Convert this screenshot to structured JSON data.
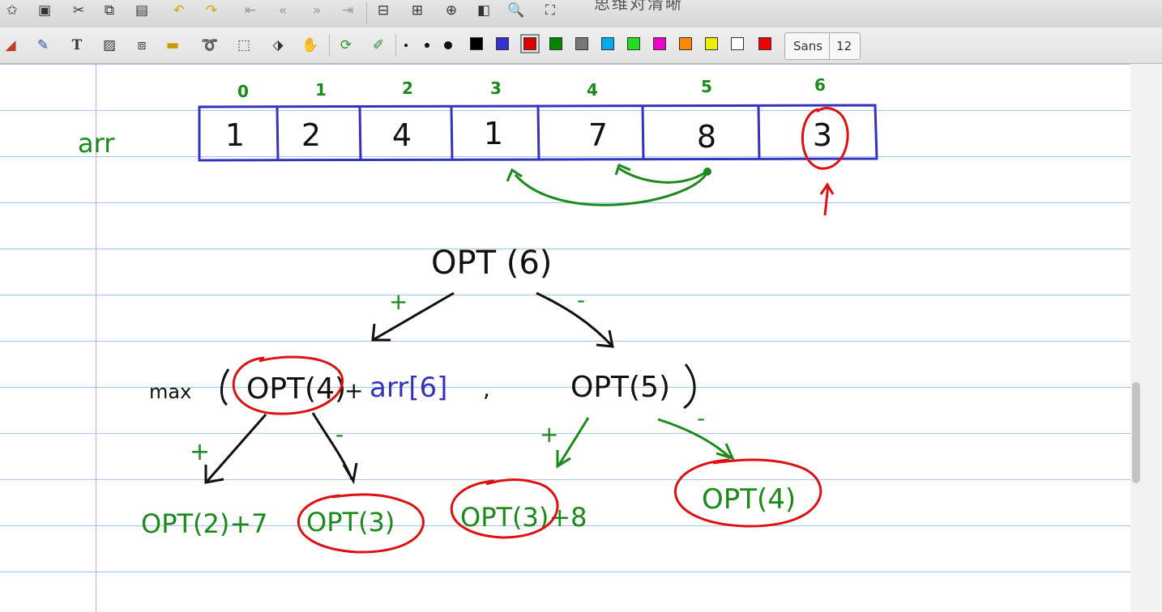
{
  "window": {
    "title": "思维对清晰"
  },
  "toolbar": {
    "font_name": "Sans",
    "font_size": "12",
    "colors": [
      "#000000",
      "#3333cc",
      "#dd0000",
      "#008800",
      "#777777",
      "#00aaee",
      "#22dd22",
      "#ee00cc",
      "#ff8800",
      "#eeee00",
      "#ffffff",
      "#ee0000"
    ]
  },
  "notes": {
    "array_label": "arr",
    "indices": [
      "0",
      "1",
      "2",
      "3",
      "4",
      "5",
      "6"
    ],
    "values": [
      "1",
      "2",
      "4",
      "1",
      "7",
      "8",
      "3"
    ],
    "root": "OPT (6)",
    "plus": "+",
    "minus": "-",
    "max_label": "max",
    "left_term": "OPT(4)",
    "plus_sign": "+",
    "arr_term": "arr[6]",
    "comma": ",",
    "right_term": "OPT(5)",
    "ll_term": "OPT(2)+7",
    "lr_term": "OPT(3)",
    "rl_term": "OPT(3)+8",
    "rr_term": "OPT(4)"
  }
}
